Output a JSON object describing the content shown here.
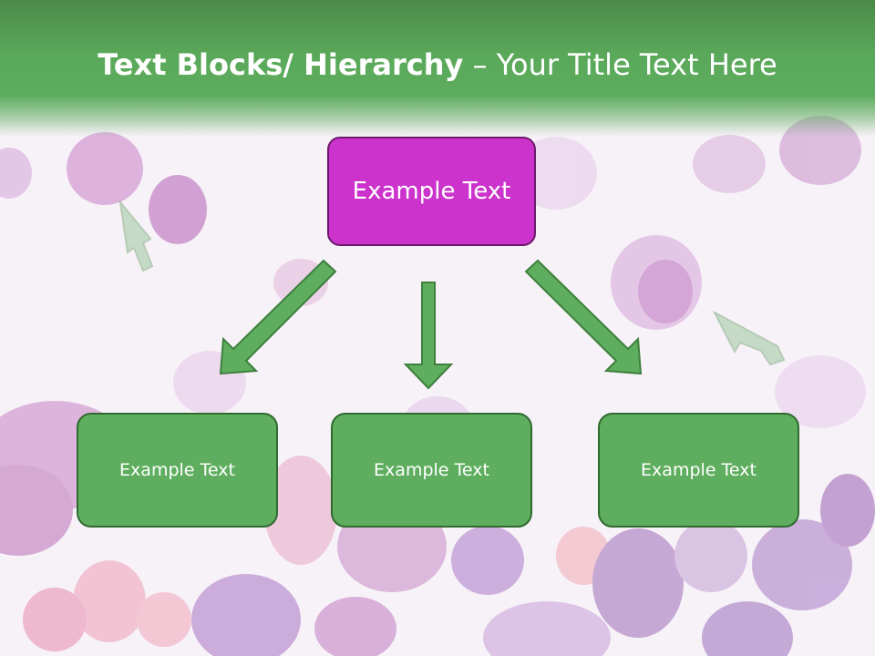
{
  "slide": {
    "title_bold": "Text Blocks/ Hierarchy",
    "title_rest": " – Your Title Text Here"
  },
  "diagram": {
    "top": {
      "label": "Example Text"
    },
    "children": [
      {
        "label": "Example Text"
      },
      {
        "label": "Example Text"
      },
      {
        "label": "Example Text"
      }
    ]
  },
  "colors": {
    "header": "#5aa85a",
    "top_box": "#cc33cc",
    "child_box": "#5fae5f",
    "arrow": "#5fae5f"
  }
}
